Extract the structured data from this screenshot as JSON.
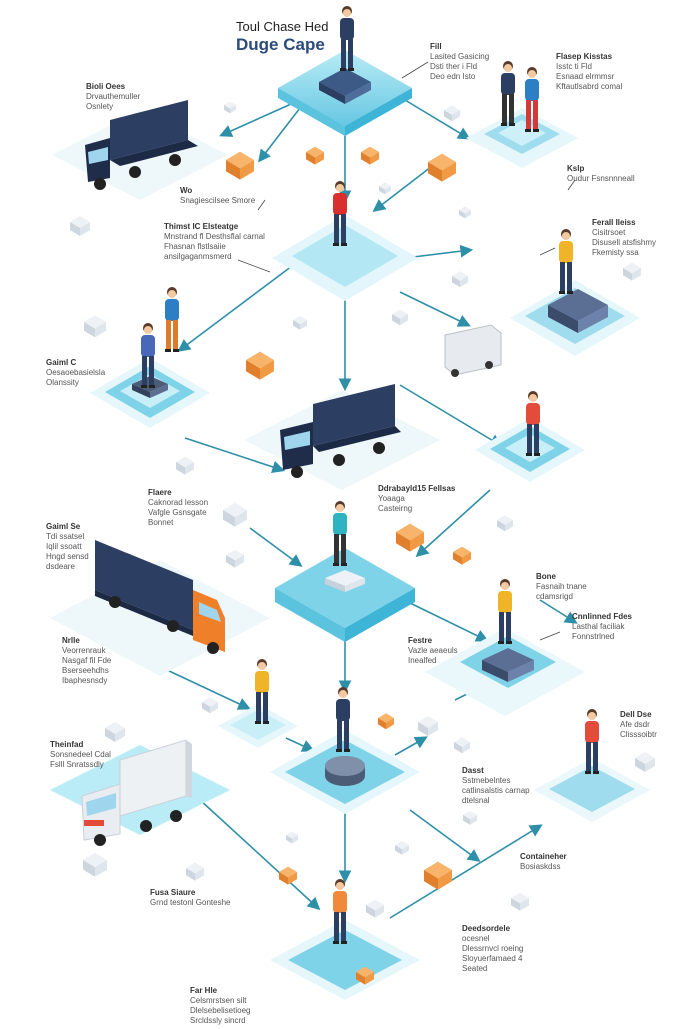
{
  "title": {
    "line1": "Toul Chase Hed",
    "line2": "Duge Cape"
  },
  "colors": {
    "platform": "#7fd3e8",
    "platform_dark": "#3eb4d6",
    "arrow": "#2e8fa8",
    "truck_blue": "#2c3e62",
    "truck_orange": "#f07f2a",
    "box": "#f09a45"
  },
  "labels": [
    {
      "head": "Bioli Oees",
      "sub": [
        "Drvauthemuller",
        "Osnlety"
      ]
    },
    {
      "head": "Fill",
      "sub": [
        "Lasited Gasicing",
        "Dsti ther i Fld",
        "Deo edn Isto"
      ]
    },
    {
      "head": "Flasep Kisstas",
      "sub": [
        "Isstc ti Fld",
        "Esnaad elrmmsr",
        "Kftautlsabrd comal"
      ]
    },
    {
      "head": "Wo",
      "sub": [
        "Snagiescilsee Smore"
      ]
    },
    {
      "head": "Kslp",
      "sub": [
        "Oudur Fsnsnnneall"
      ]
    },
    {
      "head": "Thimst IC Elsteatge",
      "sub": [
        "Mnstrand fl Desthsflal carnal",
        "Fhasnan flstlsaiie",
        "ansilgaganmsmerd"
      ]
    },
    {
      "head": "Ferall Ileiss",
      "sub": [
        "Cisitrsoet",
        "Disusell atsfishmy",
        "Fkemisty ssa"
      ]
    },
    {
      "head": "Gaiml C",
      "sub": [
        "Oesaoebasielsla",
        "Olanssity"
      ]
    },
    {
      "head": "Flaere",
      "sub": [
        "Caknorad lesson",
        "Vafgle Gsnsgate",
        "Bonnet"
      ]
    },
    {
      "head": "Ddrabayld15 Fellsas",
      "sub": [
        "Yoaaga",
        "Casteirng"
      ]
    },
    {
      "head": "Gaiml Se",
      "sub": [
        "Tdi ssatsel",
        "Iqlil ssoatt",
        "Hngd sensd",
        "dsdeare"
      ]
    },
    {
      "head": "Bone",
      "sub": [
        "Fasnaih tnane",
        "cdamsrigd"
      ]
    },
    {
      "head": "Cnnlinned Fdes",
      "sub": [
        "Lasthal faciliak",
        "Fonnstrlned"
      ]
    },
    {
      "head": "Nrlle",
      "sub": [
        "Veorrenrauk",
        "Nasgaf fil Fde",
        "Bserseehdhs",
        "Ibaphesnsdy"
      ]
    },
    {
      "head": "Festre",
      "sub": [
        "Vazle aeaeuls",
        "Inealfed"
      ]
    },
    {
      "head": "Theinfad",
      "sub": [
        "Sonsnedeel Cdal",
        "Fslll Snratssdly"
      ]
    },
    {
      "head": "Dell Dse",
      "sub": [
        "Afe dsdr",
        "Clisssoibtr"
      ]
    },
    {
      "head": "Dasst",
      "sub": [
        "Sstmebelntes",
        "catlinsalstis carnap",
        "dtelsnal"
      ]
    },
    {
      "head": "Fusa Siaure",
      "sub": [
        "Grnd testonl Gonteshe"
      ]
    },
    {
      "head": "Containeher",
      "sub": [
        "Bosiaskdss"
      ]
    },
    {
      "head": "Deedsordele",
      "sub": [
        "ocesnel",
        "Dlessrnvcl roeing",
        "Sloyuerfamaed 4",
        "Seated"
      ]
    },
    {
      "head": "Far Hle",
      "sub": [
        "Celsmrstsen silt",
        "Dlelsebelisetioeg",
        "Srcldssly sincrd"
      ]
    }
  ]
}
